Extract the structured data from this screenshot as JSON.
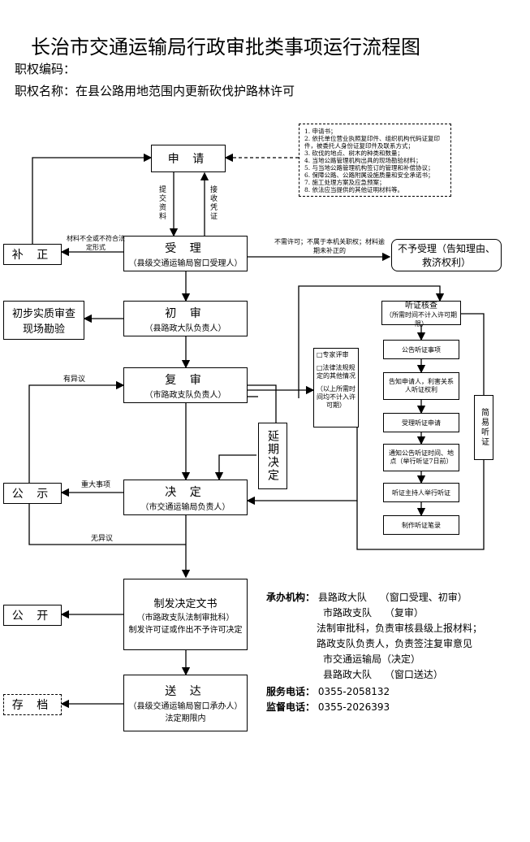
{
  "header": {
    "title": "长治市交通运输局行政审批类事项运行流程图",
    "code_label": "职权编码：",
    "name_label": "职权名称：在县公路用地范围内更新砍伐护路林许可"
  },
  "materials": [
    "1. 申请书；",
    "2. 依托单位营业执照复印件、组织机构代码证复印件，被委托人身份证复印件及联系方式；",
    "3. 砍伐的地点、树木的种类和数量；",
    "4. 当地公路管理机构出具的现场勘验材料；",
    "5. 与当地公路管理机构签订的管理和补偿协议；",
    "6. 保障公路、公路附属设施质量和安全承诺书；",
    "7. 施工处理方案及应急预案；",
    "8. 依法应当提供的其他证明材料等。"
  ],
  "nodes": {
    "apply": "申 请",
    "accept": "受 理",
    "accept_sub": "（县级交通运输局窗口受理人）",
    "reject": "不予受理（告知理由、救济权利）",
    "supplement": "补 正",
    "first_review": "初 审",
    "first_review_sub": "（县路政大队负责人）",
    "field_check": "初步实质审查现场勘验",
    "re_review": "复 审",
    "re_review_sub": "（市路政支队负责人）",
    "extend": "延期决定",
    "publicize": "公 示",
    "decide": "决 定",
    "decide_sub": "（市交通运输局负责人）",
    "issue": "制发决定文书",
    "issue_sub": "（市路政支队法制审批科）",
    "issue_sub2": "制发许可证或作出不予许可决定",
    "disclose": "公 开",
    "deliver": "送 达",
    "deliver_sub": "（县级交通运输局窗口承办人）",
    "deliver_sub2": "法定期限内",
    "archive": "存 档",
    "expert": "□专家评审",
    "other": "□法律法规规定的其他情况",
    "other_note": "（以上所需时间均不计入许可期）",
    "hearing": "听证核查",
    "hearing_sub": "（所需时间不计入许可期限）",
    "h1": "公告听证事项",
    "h2": "告知申请人，利害关系人听证权利",
    "h3": "受理听证申请",
    "h4": "通知公告听证时间、地点（举行听证7日前）",
    "h5": "听证主持人举行听证",
    "h6": "制作听证笔录",
    "simple": "简易听证"
  },
  "edges": {
    "submit": "提交资料",
    "receipt": "接收凭证",
    "incomplete": "材料不全或不符合法定形式",
    "no_permit": "不需许可；不属于本机关职权；材料逾期未补正的",
    "objection": "有异议",
    "major": "重大事项",
    "no_objection": "无异议"
  },
  "footer": {
    "org_label": "承办机构：",
    "org1": "县路政大队",
    "org1_role": "（窗口受理、初审）",
    "org2": "市路政支队",
    "org2_role": "（复审）",
    "org_detail1": "法制审批科，负责审核县级上报材料；",
    "org_detail2": "路政支队负责人，负责签注复审意见",
    "org3": "市交通运输局（决定）",
    "org4": "县路政大队",
    "org4_role": "（窗口送达）",
    "service_label": "服务电话：",
    "service_phone": "0355-2058132",
    "supervise_label": "监督电话：",
    "supervise_phone": "0355-2026393"
  }
}
